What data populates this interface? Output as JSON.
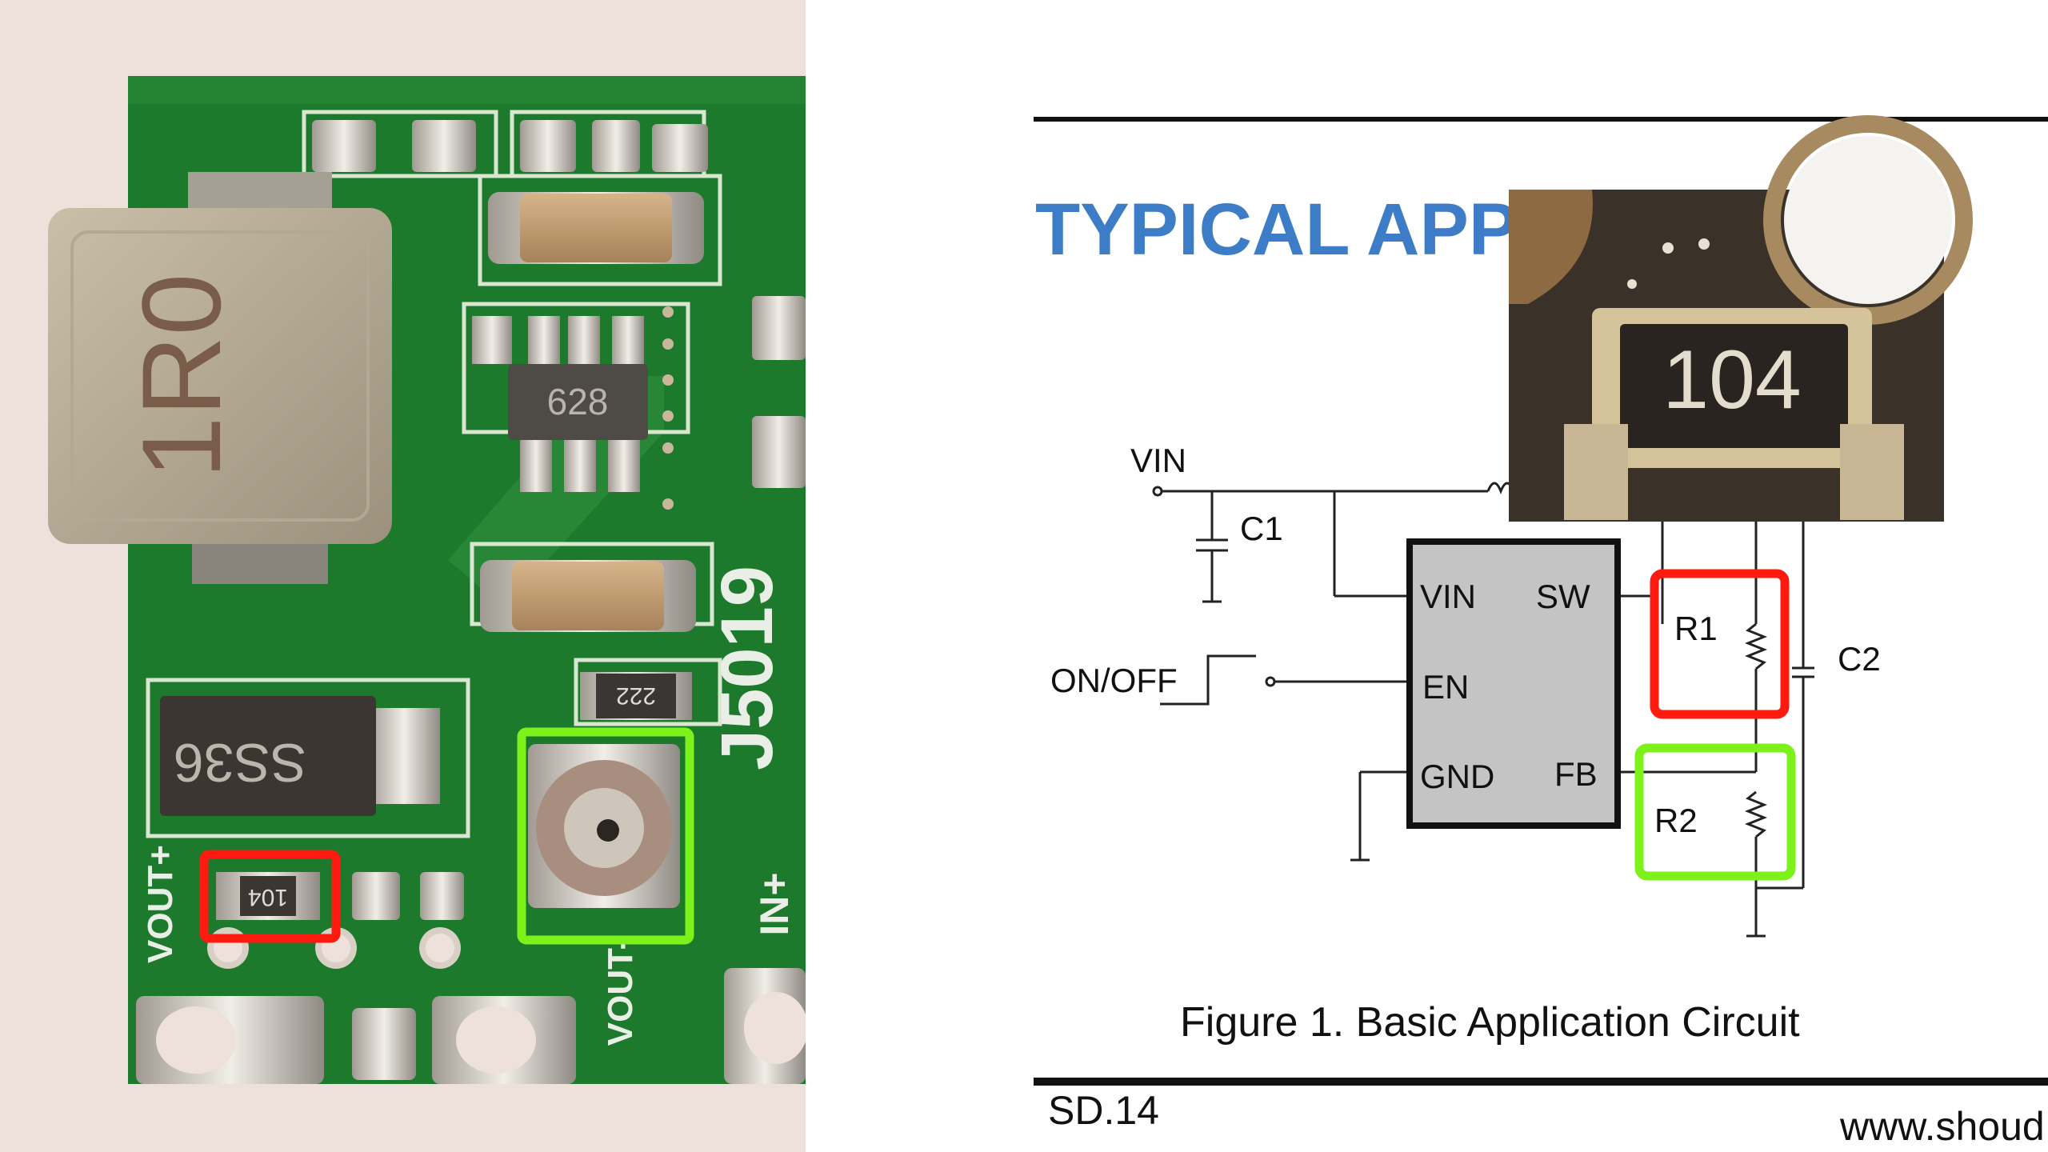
{
  "photo": {
    "inductor_marking": "1R0",
    "ic_marking": "628",
    "diode_marking": "SS36",
    "resistor_marking": "104",
    "pot_resistor_marking": "222",
    "board_id": "J5019",
    "label_vout_plus": "VOUT+",
    "label_vout_minus": "VOUT-",
    "label_in_plus": "IN+",
    "highlight_red_color": "#ff1a10",
    "highlight_green_color": "#7cf21a"
  },
  "document": {
    "title": "TYPICAL APPLICATION",
    "zoom_inset_marking": "104",
    "schematic": {
      "vin": "VIN",
      "c1": "C1",
      "c2": "C2",
      "r1": "R1",
      "r2": "R2",
      "on_off": "ON/OFF",
      "pin_vin": "VIN",
      "pin_sw": "SW",
      "pin_en": "EN",
      "pin_gnd": "GND",
      "pin_fb": "FB"
    },
    "caption": "Figure 1. Basic Application Circuit",
    "footer_left": "SD.14",
    "footer_right": "www.shoud"
  }
}
